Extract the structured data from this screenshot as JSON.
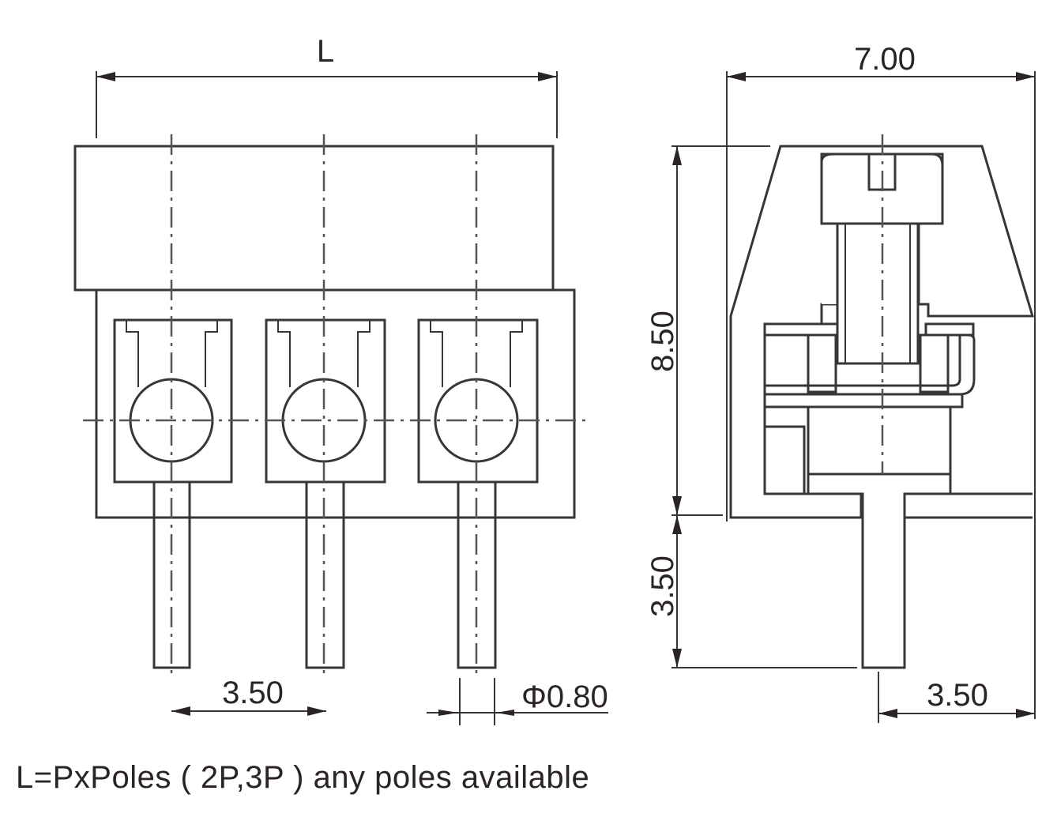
{
  "front_view": {
    "dim_length_label": "L",
    "dim_pitch_label": "3.50",
    "dim_pin_diameter_label": "Φ0.80",
    "poles": 3
  },
  "side_view": {
    "dim_width_label": "7.00",
    "dim_body_height_label": "8.50",
    "dim_pin_length_label": "3.50",
    "dim_pin_offset_label": "3.50"
  },
  "note": "L=PxPoles ( 2P,3P ) any poles available"
}
